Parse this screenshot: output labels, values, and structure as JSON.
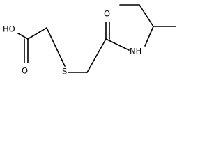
{
  "molecule": {
    "atoms": {
      "hydroxyl": "HO",
      "carboxyl_oxygen": "O",
      "sulfur": "S",
      "amide_oxygen": "O",
      "amide_nitrogen": "NH"
    }
  }
}
